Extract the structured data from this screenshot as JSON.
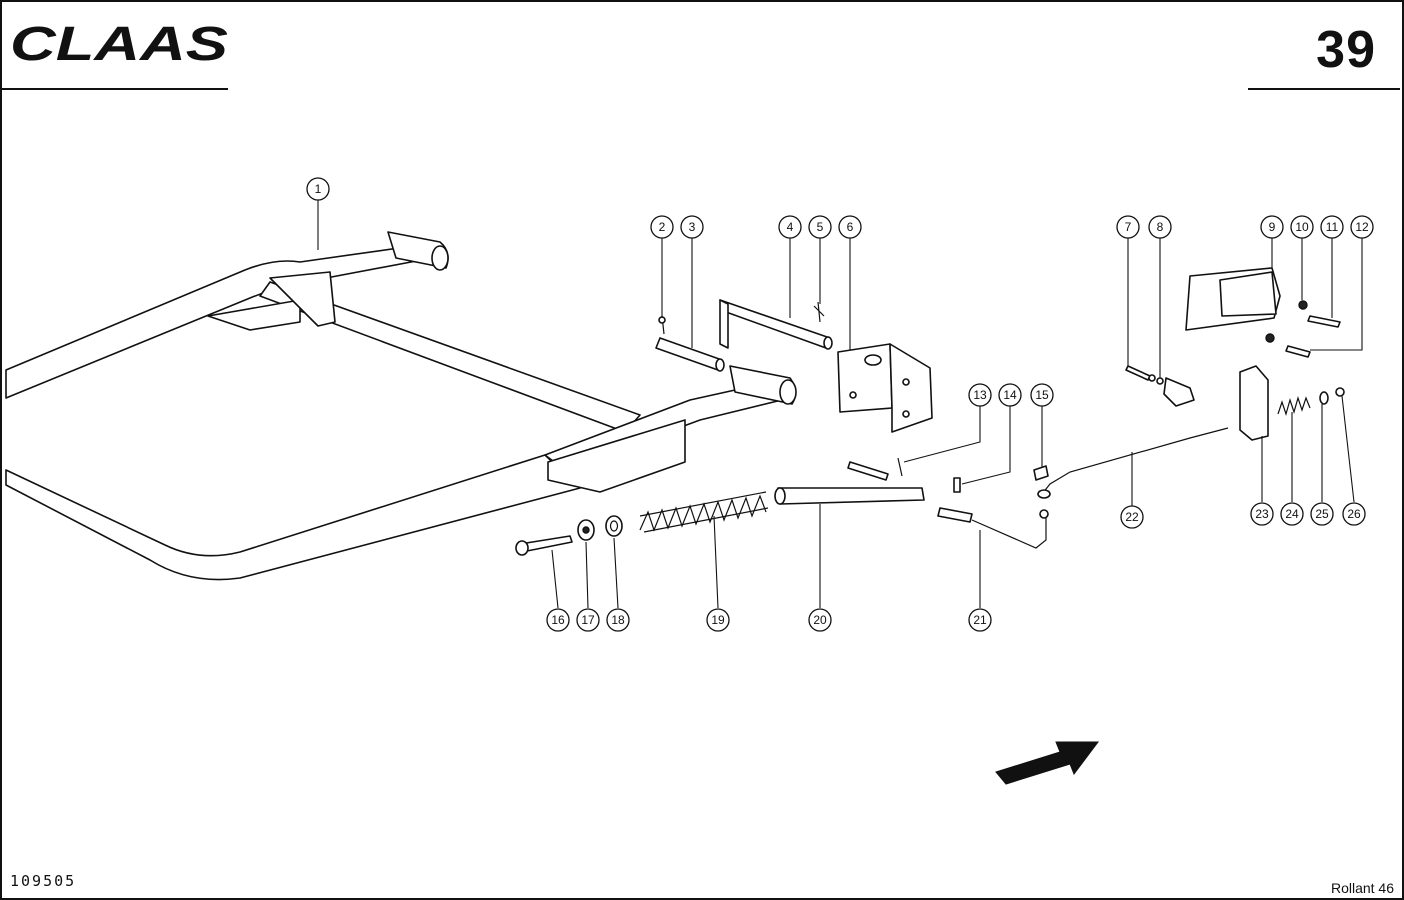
{
  "brand": {
    "logo_text": "CLAAS"
  },
  "page": {
    "number": "39"
  },
  "footer": {
    "drawing_id": "109505",
    "model": "Rollant 46"
  },
  "callouts": [
    "1",
    "2",
    "3",
    "4",
    "5",
    "6",
    "7",
    "8",
    "9",
    "10",
    "11",
    "12",
    "13",
    "14",
    "15",
    "16",
    "17",
    "18",
    "19",
    "20",
    "21",
    "22",
    "23",
    "24",
    "25",
    "26"
  ],
  "icons": {
    "direction_arrow": "arrow-right-icon"
  }
}
